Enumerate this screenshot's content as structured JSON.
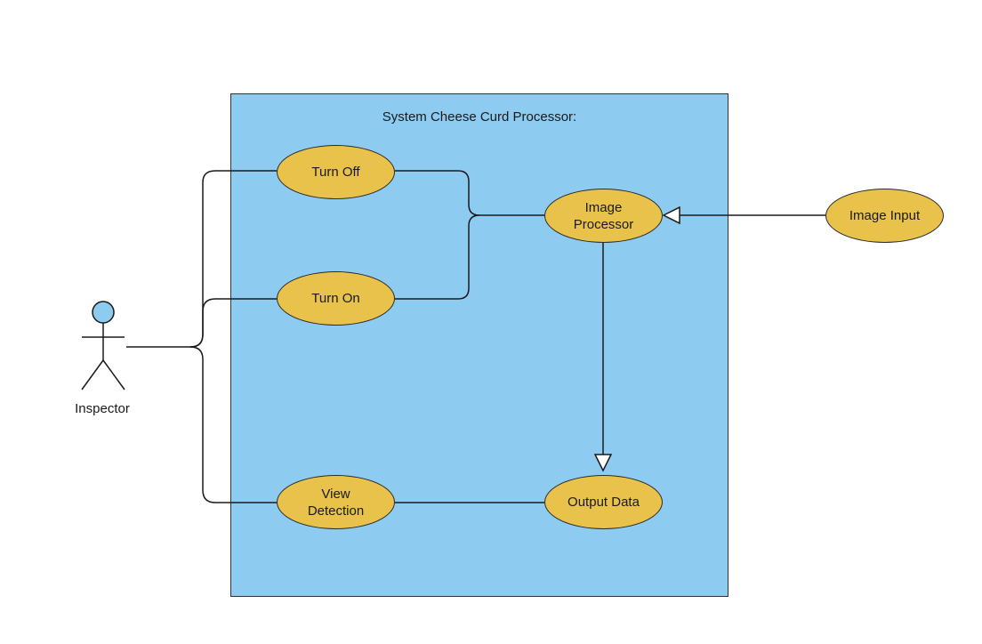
{
  "diagram": {
    "type": "use-case",
    "system": {
      "title": "System Cheese Curd Processor:"
    },
    "actor": {
      "label": "Inspector"
    },
    "use_cases": {
      "turn_off": "Turn Off",
      "turn_on": "Turn On",
      "view_detection_line1": "View",
      "view_detection_line2": "Detection",
      "image_processor_line1": "Image",
      "image_processor_line2": "Processor",
      "output_data": "Output Data",
      "image_input": "Image Input"
    },
    "relationships": [
      {
        "from": "Inspector",
        "to": "Turn Off",
        "kind": "association"
      },
      {
        "from": "Inspector",
        "to": "Turn On",
        "kind": "association"
      },
      {
        "from": "Inspector",
        "to": "View Detection",
        "kind": "association"
      },
      {
        "from": "Turn Off",
        "to": "Image Processor",
        "kind": "association"
      },
      {
        "from": "Turn On",
        "to": "Image Processor",
        "kind": "association"
      },
      {
        "from": "Image Input",
        "to": "Image Processor",
        "kind": "generalization"
      },
      {
        "from": "Image Processor",
        "to": "Output Data",
        "kind": "generalization"
      },
      {
        "from": "View Detection",
        "to": "Output Data",
        "kind": "association"
      }
    ],
    "colors": {
      "boundary_fill": "#8ecbf0",
      "usecase_fill": "#e8c24a",
      "actor_head": "#8ecbf0",
      "line": "#1a1a1a"
    }
  }
}
